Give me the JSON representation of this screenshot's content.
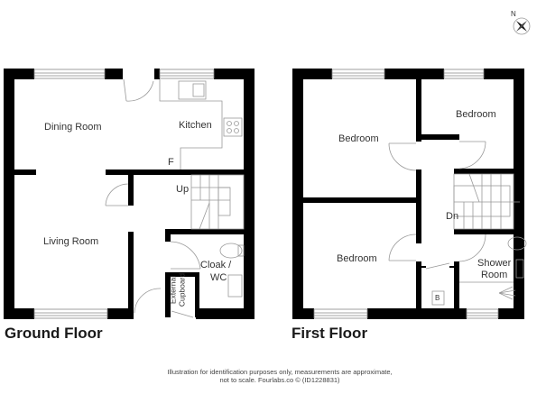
{
  "ground_floor": {
    "title": "Ground Floor",
    "rooms": {
      "dining": "Dining Room",
      "kitchen": "Kitchen",
      "fridge": "F",
      "living": "Living Room",
      "stairs_up": "Up",
      "cloak_line1": "Cloak /",
      "cloak_line2": "WC",
      "ext_cup_line1": "External",
      "ext_cup_line2": "Cupboard"
    }
  },
  "first_floor": {
    "title": "First Floor",
    "rooms": {
      "bedroom_front_left": "Bedroom",
      "bedroom_front_right": "Bedroom",
      "bedroom_rear": "Bedroom",
      "stairs_down": "Dn",
      "shower_line1": "Shower",
      "shower_line2": "Room",
      "boiler": "B"
    }
  },
  "compass": {
    "label": "N",
    "icon": "compass-icon"
  },
  "disclaimer": {
    "line1": "Illustration for identification purposes only, measurements are approximate,",
    "line2": "not to scale. Fourlabs.co © (ID1228831)"
  },
  "colors": {
    "wall": "#000000",
    "fixture": "#999999",
    "text": "#333333"
  }
}
